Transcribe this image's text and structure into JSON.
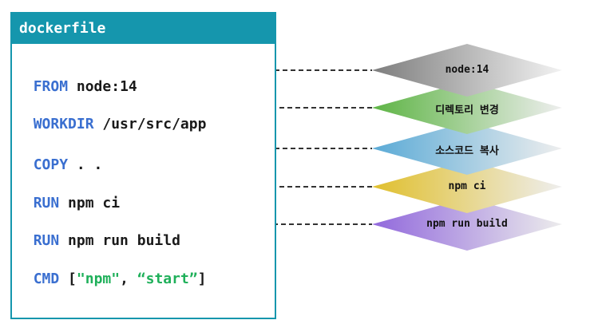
{
  "panel": {
    "title": "dockerfile",
    "lines": [
      {
        "keyword": "FROM",
        "rest": " node:14"
      },
      {
        "keyword": "WORKDIR",
        "rest": " /usr/src/app"
      },
      {
        "keyword": "COPY",
        "rest": " . ."
      },
      {
        "keyword": "RUN",
        "rest": " npm ci"
      },
      {
        "keyword": "RUN",
        "rest": " npm run build"
      },
      {
        "keyword": "CMD",
        "rest_a": " [",
        "str1": "\"npm\"",
        "rest_b": ", ",
        "str2": "“start”",
        "rest_c": "]"
      }
    ]
  },
  "layers": [
    {
      "label": "node:14",
      "color": "#8a8a8a"
    },
    {
      "label": "디렉토리 변경",
      "color": "#6fbe55"
    },
    {
      "label": "소스코드 복사",
      "color": "#66b2d8"
    },
    {
      "label": "npm ci",
      "color": "#ddc13c"
    },
    {
      "label": "npm run build",
      "color": "#9b7ad8"
    }
  ],
  "colors": {
    "accent": "#1596ad",
    "keyword": "#3a6fd0",
    "string": "#1fb05a"
  }
}
